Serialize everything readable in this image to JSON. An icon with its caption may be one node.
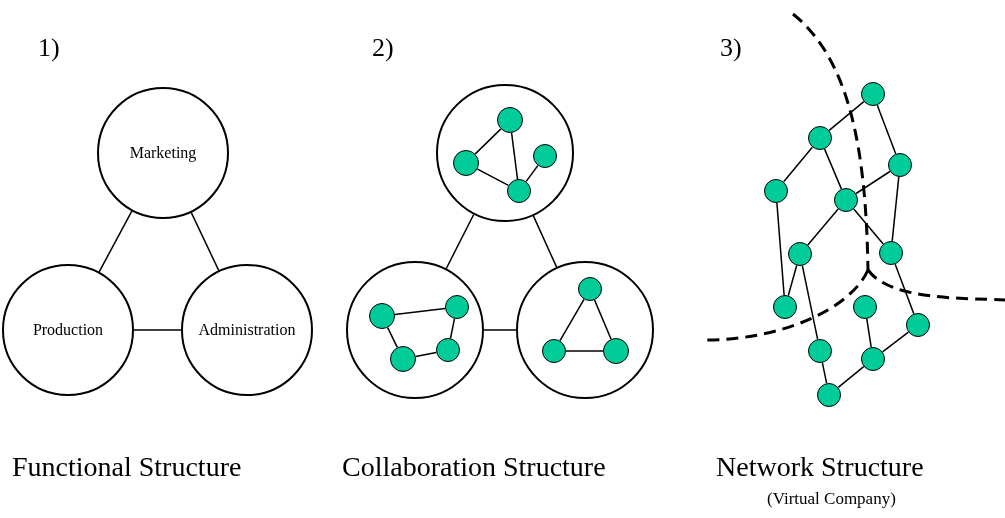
{
  "diagram": {
    "nodes": [
      {
        "text": [
          "Marketing"
        ]
      },
      {
        "text": [
          "Production"
        ]
      },
      {
        "text": [
          "Administration"
        ]
      },
      {
        "text": [],
        "shape": "circle"
      },
      {
        "text": [],
        "shape": "circle",
        "in": 3
      },
      {
        "text": [],
        "shape": "circle",
        "in": 3
      },
      {
        "text": [],
        "shape": "circle",
        "in": 3
      },
      {
        "text": [],
        "shape": "circle",
        "in": 3
      },
      {
        "text": [],
        "shape": "circle"
      },
      {
        "text": [],
        "shape": "circle",
        "in": 8
      },
      {
        "text": [],
        "shape": "circle",
        "in": 8
      },
      {
        "text": [],
        "shape": "circle",
        "in": 8
      },
      {
        "text": [],
        "shape": "circle",
        "in": 8
      },
      {
        "text": [],
        "shape": "circle"
      },
      {
        "text": [],
        "shape": "circle",
        "in": 13
      },
      {
        "text": [],
        "shape": "circle",
        "in": 13
      },
      {
        "text": [],
        "shape": "circle",
        "in": 13
      },
      {
        "text": [],
        "shape": "circle"
      },
      {
        "text": [],
        "shape": "circle"
      },
      {
        "text": [],
        "shape": "circle"
      },
      {
        "text": [],
        "shape": "circle"
      },
      {
        "text": [],
        "shape": "circle"
      },
      {
        "text": [],
        "shape": "circle"
      },
      {
        "text": [],
        "shape": "circle"
      },
      {
        "text": [],
        "shape": "circle"
      },
      {
        "text": [],
        "shape": "circle"
      },
      {
        "text": [],
        "shape": "circle"
      },
      {
        "text": [],
        "shape": "circle"
      },
      {
        "text": [],
        "shape": "circle"
      },
      {
        "text": [],
        "shape": "circle"
      }
    ],
    "edges": [
      {
        "from": 0,
        "to": 1,
        "arrow": "none"
      },
      {
        "from": 0,
        "to": 2,
        "arrow": "none"
      },
      {
        "from": 1,
        "to": 2,
        "arrow": "none"
      },
      {
        "from": 4,
        "to": 5,
        "arrow": "none"
      },
      {
        "from": 4,
        "to": 7,
        "arrow": "none"
      },
      {
        "from": 5,
        "to": 7,
        "arrow": "none"
      },
      {
        "from": 6,
        "to": 7,
        "arrow": "none"
      },
      {
        "from": 3,
        "to": 8,
        "arrow": "none"
      },
      {
        "from": 3,
        "to": 13,
        "arrow": "none"
      },
      {
        "from": 9,
        "to": 10,
        "arrow": "none"
      },
      {
        "from": 10,
        "to": 12,
        "arrow": "none"
      },
      {
        "from": 9,
        "to": 11,
        "arrow": "none"
      },
      {
        "from": 11,
        "to": 12,
        "arrow": "none"
      },
      {
        "from": 8,
        "to": 13,
        "arrow": "none"
      },
      {
        "from": 14,
        "to": 15,
        "arrow": "none"
      },
      {
        "from": 14,
        "to": 16,
        "arrow": "none"
      },
      {
        "from": 15,
        "to": 16,
        "arrow": "none"
      },
      {
        "from": 17,
        "to": 18,
        "arrow": "none"
      },
      {
        "from": 17,
        "to": 19,
        "arrow": "none"
      },
      {
        "from": 18,
        "to": 20,
        "arrow": "none"
      },
      {
        "from": 18,
        "to": 21,
        "arrow": "none"
      },
      {
        "from": 19,
        "to": 21,
        "arrow": "none"
      },
      {
        "from": 19,
        "to": 23,
        "arrow": "none"
      },
      {
        "from": 20,
        "to": 24,
        "arrow": "none"
      },
      {
        "from": 21,
        "to": 22,
        "arrow": "none"
      },
      {
        "from": 21,
        "to": 23,
        "arrow": "none"
      },
      {
        "from": 22,
        "to": 24,
        "arrow": "none"
      },
      {
        "from": 22,
        "to": 27,
        "arrow": "none"
      },
      {
        "from": 23,
        "to": 26,
        "arrow": "none"
      },
      {
        "from": 25,
        "to": 28,
        "arrow": "none"
      },
      {
        "from": 26,
        "to": 28,
        "arrow": "none"
      },
      {
        "from": 27,
        "to": 29,
        "arrow": "none"
      },
      {
        "from": 28,
        "to": 29,
        "arrow": "none"
      }
    ],
    "labels": [
      "1)",
      "2)",
      "3)",
      "Functional Structure",
      "Collaboration Structure",
      "Network Structure",
      "(Virtual Company)"
    ]
  }
}
